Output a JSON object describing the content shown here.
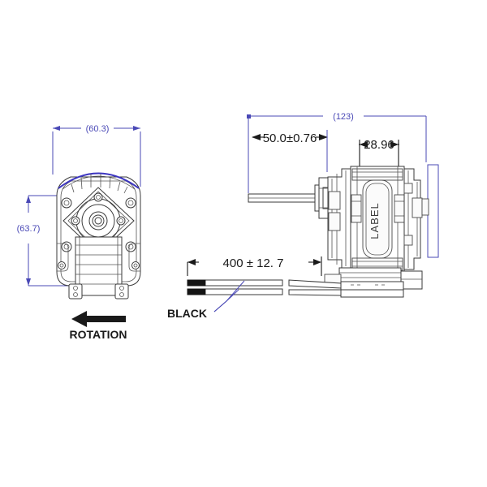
{
  "drawing": {
    "title": "Refrigeration Shaded Pole Motor Technical Drawing",
    "background_color": "#ffffff",
    "dimension_color": "#4a49b6",
    "line_color": "#3a3a3a",
    "annotation_color": "#1a1a1a"
  },
  "front_view": {
    "name": "front-view",
    "dimensions": {
      "width_label": "(60.3)",
      "height_label": "(63.7)"
    },
    "rotation_note": {
      "label": "ROTATION",
      "arrow_direction": "left",
      "icon": "arrow-left-icon"
    }
  },
  "side_view": {
    "name": "side-view",
    "dimensions": {
      "overall_length_label": "(123)",
      "shaft_length_label": "50.0±0.76",
      "body_width_label": "28.96",
      "lead_length_label": "400 ± 12. 7"
    },
    "label_plate": {
      "text": "LABEL"
    },
    "wire_note": {
      "label": "BLACK",
      "lead_count": 2
    }
  }
}
